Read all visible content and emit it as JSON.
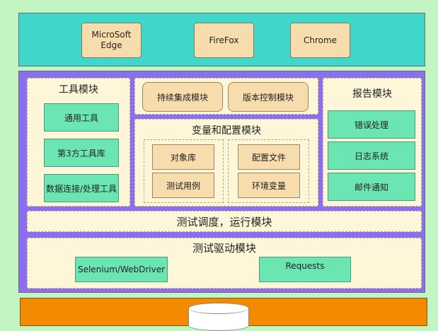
{
  "browsers": [
    "MicroSoft Edge",
    "FireFox",
    "Chrome"
  ],
  "tools": {
    "title": "工具模块",
    "items": [
      "通用工具",
      "第3方工具库",
      "数据连接/处理工具"
    ]
  },
  "top_modules": [
    "持续集成模块",
    "版本控制模块"
  ],
  "config": {
    "title": "变量和配置模块",
    "left": [
      "对象库",
      "测试用例"
    ],
    "right": [
      "配置文件",
      "环境变量"
    ]
  },
  "report": {
    "title": "报告模块",
    "items": [
      "错误处理",
      "日志系统",
      "邮件通知"
    ]
  },
  "scheduler": {
    "title": "测试调度，运行模块"
  },
  "driver": {
    "title": "测试驱动模块",
    "items": [
      "Selenium/WebDriver",
      "Requests"
    ]
  }
}
